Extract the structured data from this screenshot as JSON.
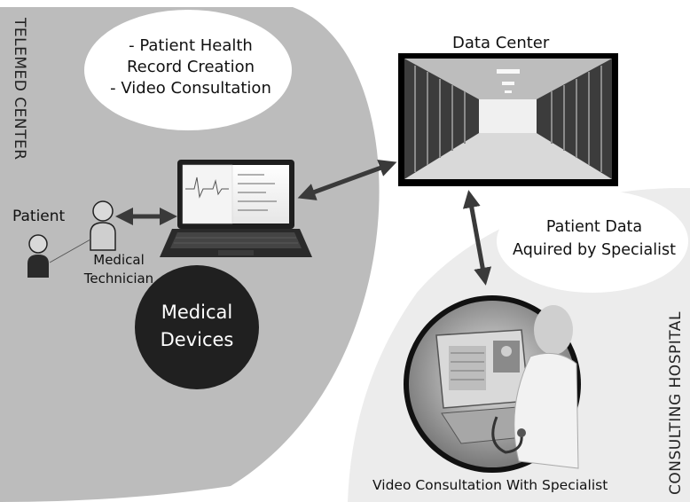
{
  "telemed_center": {
    "title": "TELEMED CENTER"
  },
  "consulting_hospital": {
    "title": "CONSULTING HOSPITAL"
  },
  "telemed_services": {
    "lines": [
      "- Patient Health",
      "Record Creation",
      "- Video Consultation"
    ]
  },
  "data_center": {
    "title": "Data Center"
  },
  "specialist_note": {
    "lines": [
      "Patient Data",
      "Aquired by Specialist"
    ]
  },
  "patient": {
    "label": "Patient"
  },
  "technician": {
    "lines": [
      "Medical",
      "Technician"
    ]
  },
  "medical_devices": {
    "lines": [
      "Medical",
      "Devices"
    ]
  },
  "video_consult": {
    "caption": "Video Consultation With Specialist"
  },
  "colors": {
    "region_fill": "#bcbcbc",
    "hospital_fill": "#ececec",
    "bubble_fill": "#ffffff",
    "devices_fill": "#202020",
    "arrow": "#3a3a3a"
  }
}
